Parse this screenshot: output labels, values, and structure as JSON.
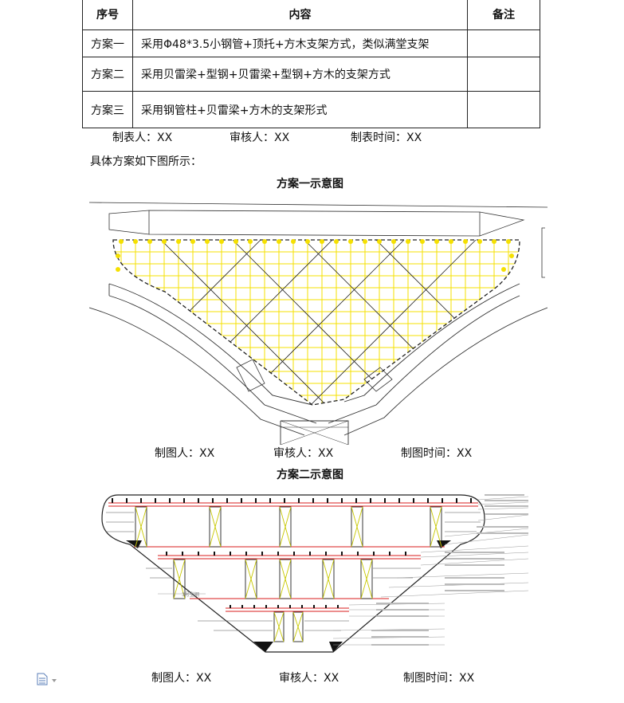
{
  "table": {
    "headers": [
      "序号",
      "内容",
      "备注"
    ],
    "rows": [
      {
        "no": "方案一",
        "content": "采用Φ48*3.5小钢管+顶托+方木支架方式，类似满堂支架",
        "note": ""
      },
      {
        "no": "方案二",
        "content": "采用贝雷梁+型钢+贝雷梁+型钢+方木的支架方式",
        "note": ""
      },
      {
        "no": "方案三",
        "content": "采用钢管柱+贝雷梁+方木的支架形式",
        "note": ""
      }
    ]
  },
  "table_sign": {
    "maker": "制表人：XX",
    "reviewer": "审核人：XX",
    "time": "制表时间：XX"
  },
  "intro": "具体方案如下图所示：",
  "figure1": {
    "title": "方案一示意图",
    "maker": "制图人：XX",
    "reviewer": "审核人：XX",
    "time": "制图时间：XX"
  },
  "figure2": {
    "title": "方案二示意图",
    "maker": "制图人：XX",
    "reviewer": "审核人：XX",
    "time": "制图时间：XX",
    "left_label": "3号型钢"
  },
  "colors": {
    "yellow_grid": "#f5e000",
    "red_line": "#d81e1e",
    "truss_yellow": "#d8d800",
    "line": "#222222"
  }
}
